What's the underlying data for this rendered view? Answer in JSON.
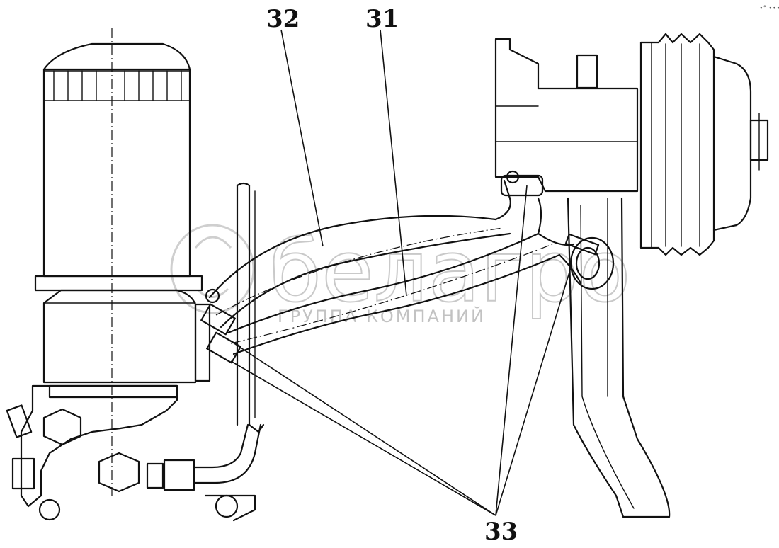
{
  "callouts": {
    "part_31": "31",
    "part_32": "32",
    "part_33": "33"
  },
  "watermark": {
    "brand": "белагро",
    "subtitle": "ГРУППА КОМПАНИЙ"
  },
  "corner_mark": "∙° ∙∙∙",
  "colors": {
    "line": "#111111",
    "background": "#ffffff",
    "watermark": "#c8c8c8"
  }
}
